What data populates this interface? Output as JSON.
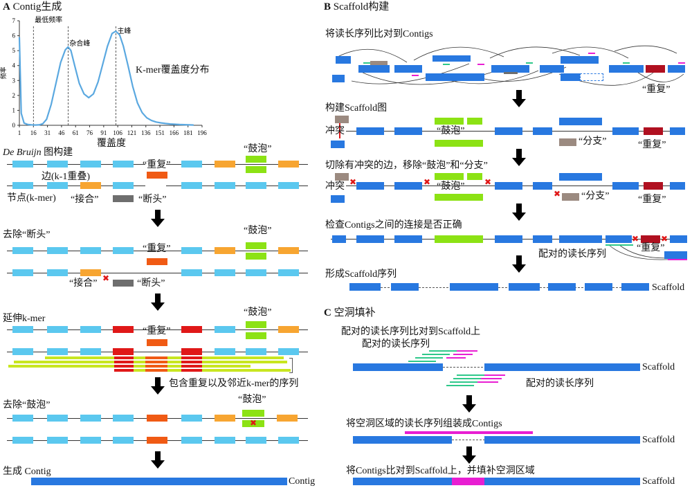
{
  "panel_a": {
    "title_letter": "A",
    "title_text": "Contig生成",
    "chart_data": {
      "type": "line",
      "title": "K-mer覆盖度分布",
      "xlabel": "覆盖度",
      "ylabel": "频率",
      "x_ticks": [
        "1",
        "16",
        "31",
        "46",
        "61",
        "76",
        "91",
        "106",
        "121",
        "136",
        "151",
        "166",
        "181",
        "196"
      ],
      "y_ticks": [
        "0",
        "1",
        "2",
        "3",
        "4",
        "5",
        "6",
        "7"
      ],
      "xlim": [
        1,
        196
      ],
      "ylim": [
        0,
        7
      ],
      "annotations": [
        {
          "label": "最低频率",
          "x": 16
        },
        {
          "label": "杂合峰",
          "x": 53
        },
        {
          "label": "主峰",
          "x": 104
        }
      ],
      "x": [
        1,
        3,
        6,
        10,
        14,
        18,
        22,
        26,
        30,
        35,
        40,
        45,
        50,
        53,
        56,
        60,
        65,
        70,
        75,
        80,
        85,
        90,
        95,
        100,
        104,
        108,
        112,
        117,
        122,
        127,
        132,
        137,
        142,
        147,
        152,
        157,
        162,
        167,
        172,
        177,
        182,
        187
      ],
      "values": [
        5.9,
        0.8,
        0.15,
        0.05,
        0.03,
        0.02,
        0.03,
        0.1,
        0.4,
        1.4,
        2.8,
        4.2,
        5.05,
        5.25,
        5.0,
        4.0,
        2.8,
        2.1,
        1.85,
        2.1,
        2.9,
        4.1,
        5.3,
        6.15,
        6.3,
        6.05,
        5.3,
        4.0,
        2.6,
        1.5,
        0.85,
        0.5,
        0.32,
        0.22,
        0.16,
        0.12,
        0.09,
        0.07,
        0.05,
        0.04,
        0.03,
        0.02
      ],
      "grid": false,
      "series_color": "#5aa8e0"
    },
    "db_heading_italic": "De Bruijn",
    "db_heading": " 图构建",
    "edge_label": "边(k-1重叠)",
    "node_label": "节点(k-mer)",
    "repeat": "“重复”",
    "bubble": "“鼓泡”",
    "junction": "“接合”",
    "tip": "“断头”",
    "step_remove_tip": "去除“断头”",
    "step_extend": "延伸k-mer",
    "seq_label": "包含重复以及邻近k-mer的序列",
    "step_remove_bubble": "去除“鼓泡”",
    "step_contig": "生成 Contig",
    "contig": "Contig"
  },
  "panel_b": {
    "title_letter": "B",
    "title_text": "Scaffold构建",
    "step_align": "将读长序列比对到Contigs",
    "step_graph": "构建Scaffold图",
    "conflict": "冲突",
    "bubble": "“鼓泡”",
    "branch": "“分支”",
    "repeat": "“重复”",
    "step_cut": "切除有冲突的边，移除“鼓泡”和“分支”",
    "step_check": "检查Contigs之间的连接是否正确",
    "paired_reads": "配对的读长序列",
    "step_form": "形成Scaffold序列",
    "scaffold": "Scaffold"
  },
  "panel_c": {
    "title_letter": "C",
    "title_text": "空洞填补",
    "step_align": "配对的读长序列比对到Scaffold上",
    "paired_reads": "配对的读长序列",
    "scaffold": "Scaffold",
    "step_assemble": "将空洞区域的读长序列组装成Contigs",
    "step_fill": "将Contigs比对到Scaffold上，并填补空洞区域"
  }
}
